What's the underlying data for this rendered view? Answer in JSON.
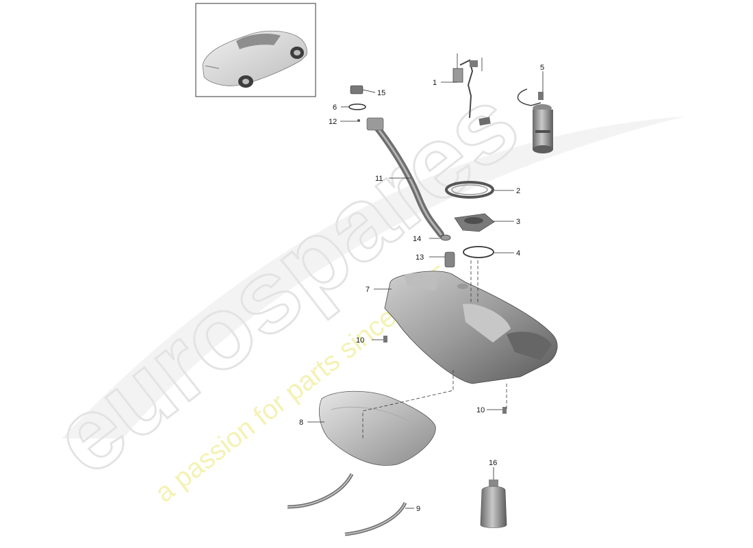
{
  "watermark": {
    "logo": "eurospares",
    "tagline": "a passion for parts since 1985"
  },
  "callouts": [
    {
      "id": "1",
      "label": "1"
    },
    {
      "id": "2",
      "label": "2"
    },
    {
      "id": "3",
      "label": "3"
    },
    {
      "id": "4",
      "label": "4"
    },
    {
      "id": "5",
      "label": "5"
    },
    {
      "id": "6",
      "label": "6"
    },
    {
      "id": "7",
      "label": "7"
    },
    {
      "id": "8",
      "label": "8"
    },
    {
      "id": "9",
      "label": "9"
    },
    {
      "id": "10a",
      "label": "10"
    },
    {
      "id": "10b",
      "label": "10"
    },
    {
      "id": "11",
      "label": "11"
    },
    {
      "id": "12",
      "label": "12"
    },
    {
      "id": "13",
      "label": "13"
    },
    {
      "id": "14",
      "label": "14"
    },
    {
      "id": "15",
      "label": "15"
    },
    {
      "id": "16",
      "label": "16"
    }
  ]
}
